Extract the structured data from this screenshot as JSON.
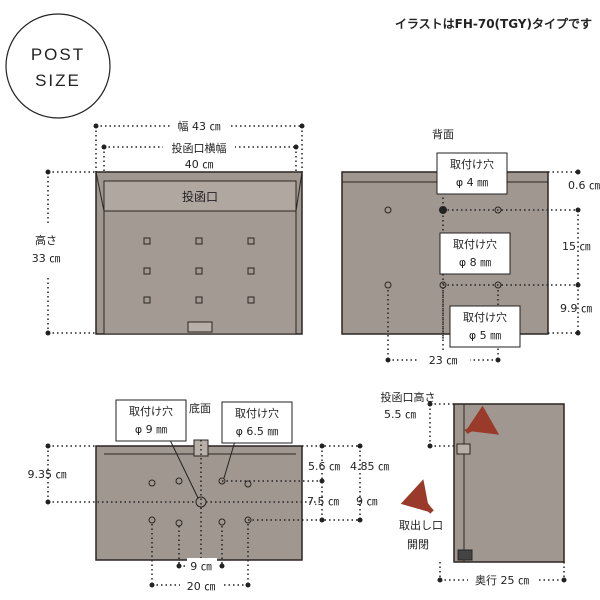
{
  "header": {
    "badge_line1": "POST",
    "badge_line2": "SIZE",
    "note": "イラストはFH-70(TGY)タイプです"
  },
  "front": {
    "width_label": "幅 43 ㎝",
    "slot_width_label": "投函口横幅",
    "slot_width_value": "40 ㎝",
    "height_label": "高さ",
    "height_value": "33 ㎝",
    "slot_label": "投函口"
  },
  "back": {
    "title": "背面",
    "hole_top_label": "取付け穴",
    "hole_top_value": "φ 4 ㎜",
    "hole_mid_label": "取付け穴",
    "hole_mid_value": "φ 8 ㎜",
    "hole_bottom_label": "取付け穴",
    "hole_bottom_value": "φ 5 ㎜",
    "dim_top": "0.6 ㎝",
    "dim_mid": "15 ㎝",
    "dim_bottom": "9.9 ㎝",
    "dim_width": "23 ㎝"
  },
  "bottom": {
    "title": "底面",
    "hole_left_label": "取付け穴",
    "hole_left_value": "φ 9 ㎜",
    "hole_right_label": "取付け穴",
    "hole_right_value": "φ 6.5 ㎜",
    "dim_left": "9.35 ㎝",
    "dim_a": "5.6 ㎝",
    "dim_b": "4.85 ㎝",
    "dim_c": "7.5 ㎝",
    "dim_d": "9 ㎝",
    "dim_e": "9 ㎝",
    "dim_f": "20 ㎝"
  },
  "side": {
    "slot_height_label": "投函口高さ",
    "slot_height_value": "5.5 ㎝",
    "takeout_label": "取出し口",
    "open_close_label": "開閉",
    "depth_label": "奥行 25 ㎝"
  },
  "colors": {
    "body": "#a09790",
    "body_dark": "#8c827b",
    "outline": "#2b2522",
    "arrow": "#9a3a2a",
    "dim": "#222222"
  }
}
